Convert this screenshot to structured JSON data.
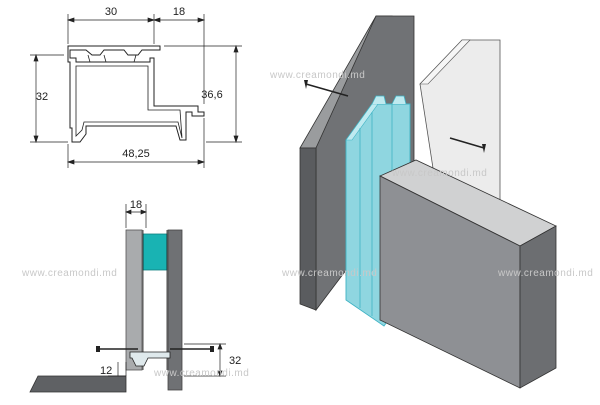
{
  "dimensions": {
    "top_width_left": "30",
    "top_width_right": "18",
    "left_height": "32",
    "right_height": "36,6",
    "bottom_width": "48,25",
    "section_width": "18",
    "section_height": "32",
    "floor_offset": "12"
  },
  "watermark": "www.creamondi.md",
  "colors": {
    "panel_dark": "#7a7c80",
    "panel_face": "#8e9094",
    "panel_light": "#e6e6e6",
    "profile": "#8fd6e0",
    "profile_edge": "#3fb3c4",
    "insert": "#19b3b3",
    "line": "#222222"
  }
}
